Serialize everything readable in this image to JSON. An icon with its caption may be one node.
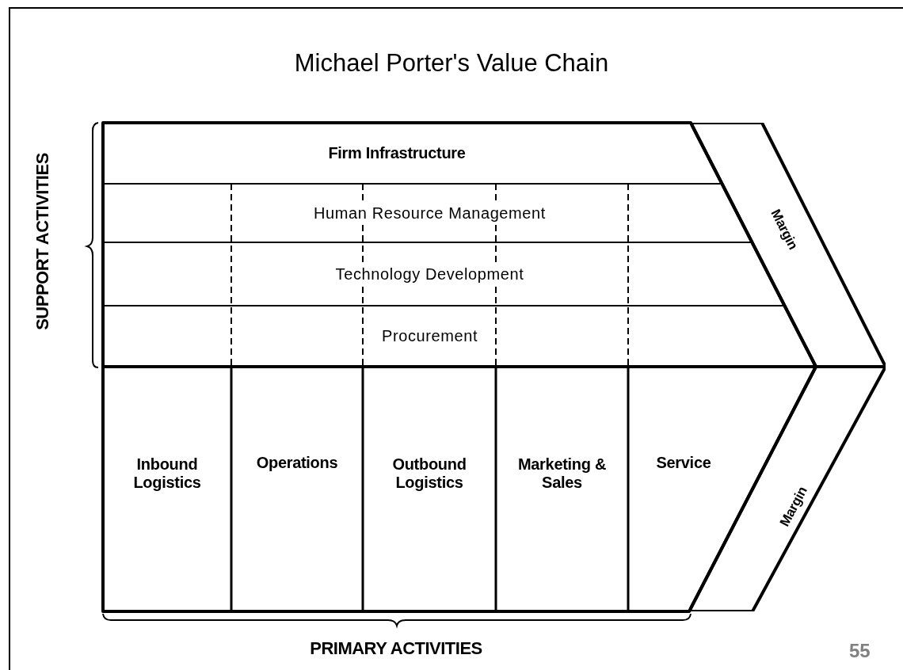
{
  "diagram": {
    "title": "Michael Porter's Value Chain",
    "nodes": [
      {
        "text": [
          "Firm Infrastructure"
        ]
      },
      {
        "text": [
          "Human Resource Management"
        ]
      },
      {
        "text": [
          "Technology Development"
        ]
      },
      {
        "text": [
          "Procurement"
        ]
      },
      {
        "text": [
          "Inbound Logistics"
        ]
      },
      {
        "text": [
          "Operations"
        ]
      },
      {
        "text": [
          "Outbound Logistics"
        ]
      },
      {
        "text": [
          "Marketing & Sales"
        ]
      },
      {
        "text": [
          "Service"
        ]
      },
      {
        "text": [
          "Margin"
        ]
      },
      {
        "text": [
          "Margin"
        ]
      }
    ],
    "labels": [
      "SUPPORT ACTIVITIES",
      "PRIMARY ACTIVITIES",
      "55"
    ]
  }
}
